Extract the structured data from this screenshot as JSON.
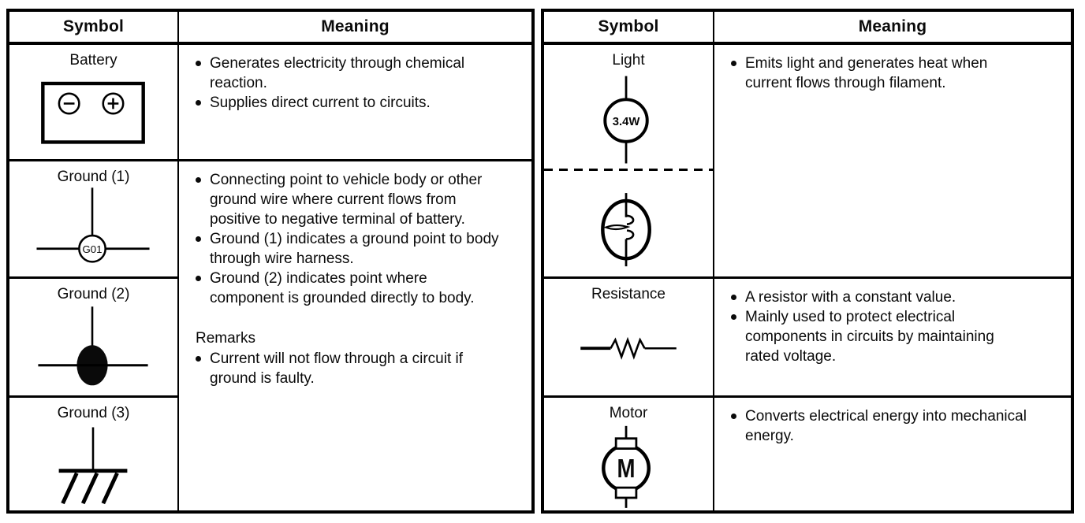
{
  "colors": {
    "ink": "#0a0a0a",
    "paper": "#ffffff"
  },
  "left_table": {
    "header": {
      "symbol": "Symbol",
      "meaning": "Meaning"
    },
    "battery": {
      "symbol_label": "Battery",
      "bullets": [
        "Generates electricity through chemical reaction.",
        "Supplies direct current to circuits."
      ]
    },
    "ground1": {
      "symbol_label": "Ground (1)",
      "terminal_label": "G01"
    },
    "ground2": {
      "symbol_label": "Ground (2)"
    },
    "ground3": {
      "symbol_label": "Ground (3)"
    },
    "ground_meaning": {
      "bullets": [
        "Connecting point to vehicle body or other ground wire where current flows from positive to negative terminal of battery.",
        "Ground (1) indicates a ground point to body through wire harness.",
        "Ground (2) indicates point where component is grounded directly to body."
      ],
      "remarks_label": "Remarks",
      "remarks_bullets": [
        "Current will not flow through a circuit if ground is faulty."
      ]
    }
  },
  "right_table": {
    "header": {
      "symbol": "Symbol",
      "meaning": "Meaning"
    },
    "light": {
      "symbol_label": "Light",
      "wattage_label": "3.4W",
      "bullets": [
        "Emits light and generates heat when current flows through filament."
      ]
    },
    "resistance": {
      "symbol_label": "Resistance",
      "bullets": [
        "A resistor with a constant value.",
        "Mainly used to protect electrical components in circuits by maintaining rated voltage."
      ]
    },
    "motor": {
      "symbol_label": "Motor",
      "motor_letter": "M",
      "bullets": [
        "Converts electrical energy into mechanical energy."
      ]
    }
  }
}
